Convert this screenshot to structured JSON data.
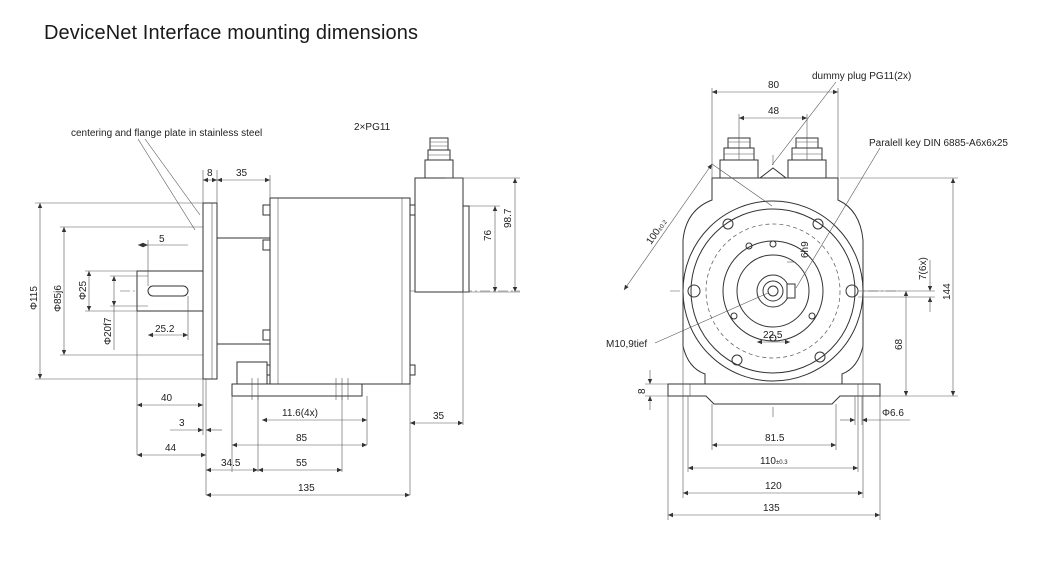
{
  "title": "DeviceNet Interface mounting dimensions",
  "side_view": {
    "callouts": {
      "flange_note": "centering and flange plate in stainless steel",
      "cable_glands": "2×PG11"
    },
    "dims": {
      "d8": "8",
      "d35_top": "35",
      "d5": "5",
      "d25_2": "25.2",
      "d40": "40",
      "d3": "3",
      "d44": "44",
      "d11_6": "11.6(4x)",
      "d85": "85",
      "d34_5": "34.5",
      "d55": "55",
      "d135": "135",
      "d35_right": "35",
      "phi115": "Φ115",
      "phi85": "Φ85j6",
      "phi25": "Φ25",
      "phi20": "Φ20f7",
      "d76": "76",
      "d98_7": "98.7"
    }
  },
  "front_view": {
    "callouts": {
      "dummy_plug": "dummy plug PG11(2x)",
      "key": "Paralell key DIN 6885-A6x6x25",
      "thread": "M10,9tief"
    },
    "dims": {
      "d80": "80",
      "d48": "48",
      "d100": "100",
      "d100_tol": "±0.2",
      "d6h9": "6h9",
      "d7": "7(6x)",
      "d144": "144",
      "d68": "68",
      "d22_5": "22.5",
      "d8": "8",
      "phi6_6": "Φ6.6",
      "d81_5": "81.5",
      "d110": "110",
      "d110_tol": "±0.3",
      "d120": "120",
      "d135": "135"
    }
  }
}
